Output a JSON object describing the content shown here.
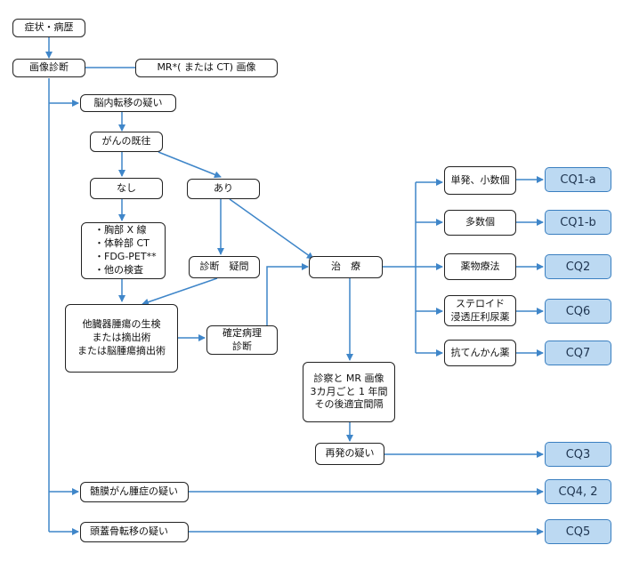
{
  "nodes": {
    "symptoms": "症状・病歴",
    "imaging": "画像診断",
    "mr_image": "MR*( または CT) 画像",
    "brain_mets_suspect": "脳内転移の疑い",
    "cancer_history": "がんの既往",
    "none": "なし",
    "yes": "あり",
    "workup": [
      "・胸部 X 線",
      "・体幹部 CT",
      "・FDG-PET**",
      "・他の検査"
    ],
    "diag_suspect": "診断　疑問",
    "biopsy": [
      "他臓器腫瘍の生検",
      "または摘出術",
      "または脳腫瘍摘出術"
    ],
    "path_dx": [
      "確定病理",
      "診断"
    ],
    "treatment": "治　療",
    "followup": [
      "診察と MR 画像",
      "3カ月ごと 1 年間",
      "その後適宜間隔"
    ],
    "recurrence": "再発の疑い",
    "single_few": "単発、小数個",
    "multiple": "多数個",
    "drug_therapy": "薬物療法",
    "steroid": [
      "ステロイド",
      "浸透圧利尿薬"
    ],
    "antiepileptic": "抗てんかん薬",
    "meningeal": "髄膜がん腫症の疑い",
    "skull_mets": "頭蓋骨転移の疑い"
  },
  "cq": {
    "cq1a": "CQ1-a",
    "cq1b": "CQ1-b",
    "cq2": "CQ2",
    "cq6": "CQ6",
    "cq7": "CQ7",
    "cq3": "CQ3",
    "cq4": "CQ4, 2",
    "cq5": "CQ5"
  },
  "colors": {
    "arrow": "#3f86c9",
    "cq_fill": "#bcd9f2",
    "cq_border": "#3a7fc0",
    "box_border": "#222222"
  }
}
